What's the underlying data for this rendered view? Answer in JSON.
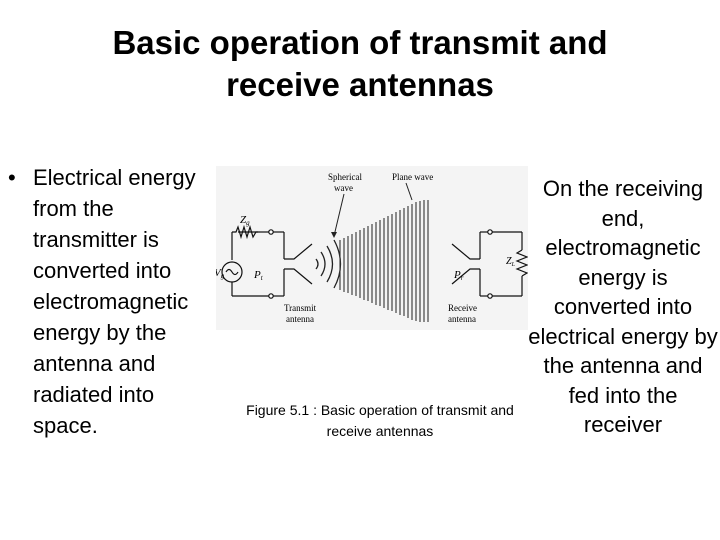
{
  "title": "Basic operation of transmit and receive antennas",
  "left_bullet": {
    "marker": "•",
    "text": "Electrical energy from the transmitter is converted into electromagnetic energy by the antenna and radiated into space."
  },
  "right_text": "On the receiving end, electromagnetic energy is converted into electrical energy by the antenna and fed into the receiver",
  "figure": {
    "labels": {
      "zg": "Z",
      "zg_sub": "g",
      "vg": "V",
      "vg_sub": "g",
      "pt": "P",
      "pt_sub": "t",
      "spherical": "Spherical",
      "wave": "wave",
      "plane": "Plane wave",
      "transmit": "Transmit",
      "transmit_antenna": "antenna",
      "receive": "Receive",
      "receive_antenna": "antenna",
      "zl": "Z",
      "zl_sub": "L",
      "pr": "P",
      "pr_sub": "r"
    }
  },
  "caption": "Figure 5.1 : Basic operation of transmit and receive antennas"
}
